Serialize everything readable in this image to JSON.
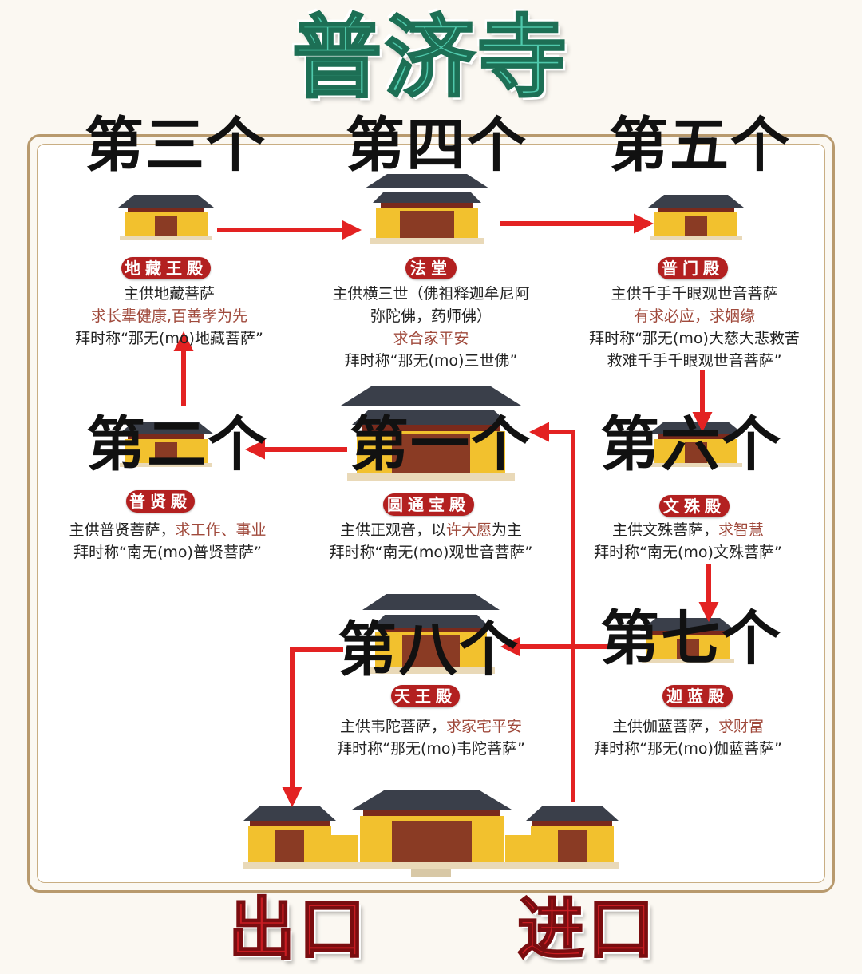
{
  "title": "普济寺",
  "steps": {
    "s1": "第一个",
    "s2": "第二个",
    "s3": "第三个",
    "s4": "第四个",
    "s5": "第五个",
    "s6": "第六个",
    "s7": "第七个",
    "s8": "第八个"
  },
  "halls": {
    "dizang": {
      "name": "地藏王殿",
      "line1": "主供地藏菩萨",
      "line2": "求长辈健康,百善孝为先",
      "line3": "拜时称“那无(mo)地藏菩萨”"
    },
    "fatang": {
      "name": "法堂",
      "line1": "主供横三世（佛祖释迦牟尼阿",
      "line2": "弥陀佛，药师佛）",
      "line3": "求合家平安",
      "line4": "拜时称“那无(mo)三世佛”"
    },
    "pumen": {
      "name": "普门殿",
      "line1": "主供千手千眼观世音菩萨",
      "line2": "有求必应，求姻缘",
      "line3": "拜时称“那无(mo)大慈大悲救苦",
      "line4": "救难千手千眼观世音菩萨”"
    },
    "puxian": {
      "name": "普贤殿",
      "line1a": "主供普贤菩萨，",
      "line1b": "求工作、事业",
      "line2": "拜时称“南无(mo)普贤菩萨”"
    },
    "yuantong": {
      "name": "圆通宝殿",
      "line1a": "主供正观音，以",
      "line1b": "许大愿",
      "line1c": "为主",
      "line2": "拜时称“南无(mo)观世音菩萨”"
    },
    "wenshu": {
      "name": "文殊殿",
      "line1a": "主供文殊菩萨，",
      "line1b": "求智慧",
      "line2": "拜时称“南无(mo)文殊菩萨”"
    },
    "tianwang": {
      "name": "天王殿",
      "line1a": "主供韦陀菩萨，",
      "line1b": "求家宅平安",
      "line2": "拜时称“那无(mo)韦陀菩萨”"
    },
    "qielan": {
      "name": "迦蓝殿",
      "line1a": "主供伽蓝菩萨，",
      "line1b": "求财富",
      "line2": "拜时称“那无(mo)伽蓝菩萨”"
    }
  },
  "gates": {
    "exit": "出口",
    "entrance": "进口"
  },
  "colors": {
    "title_fill": "#4fc9ac",
    "arrow": "#e32222",
    "seal": "#b32020",
    "wall": "#f2c12e",
    "roof": "#3a3f4a",
    "highlight_text": "#a04a3c"
  }
}
